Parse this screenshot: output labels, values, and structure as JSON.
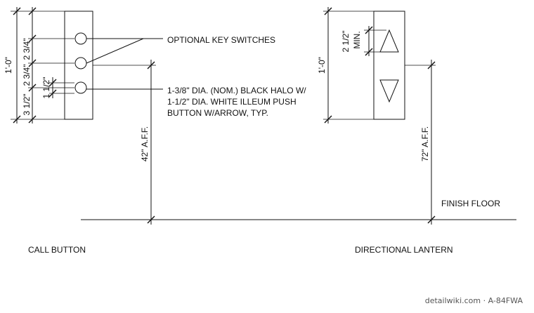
{
  "call_button": {
    "title": "CALL BUTTON",
    "dims": {
      "overall": "1'-0\"",
      "top_gap": "2 3/4\"",
      "mid_gap": "2 3/4\"",
      "button_gap": "1 1/2\"",
      "bottom_gap": "3 1/2\""
    },
    "height_aff": "42\" A.F.F.",
    "notes": {
      "key_switches": "OPTIONAL KEY SWITCHES",
      "button_line1": "1-3/8\" DIA. (NOM.) BLACK HALO W/",
      "button_line2": "1-1/2\" DIA. WHITE ILLEUM PUSH",
      "button_line3": "BUTTON W/ARROW, TYP."
    }
  },
  "directional_lantern": {
    "title": "DIRECTIONAL LANTERN",
    "dims": {
      "overall": "1'-0\"",
      "min_size": "2 1/2\"",
      "min_label": "MIN."
    },
    "height_aff": "72\" A.F.F."
  },
  "finish_floor_label": "FINISH FLOOR",
  "watermark": "detailwiki.com · A-84FWA"
}
